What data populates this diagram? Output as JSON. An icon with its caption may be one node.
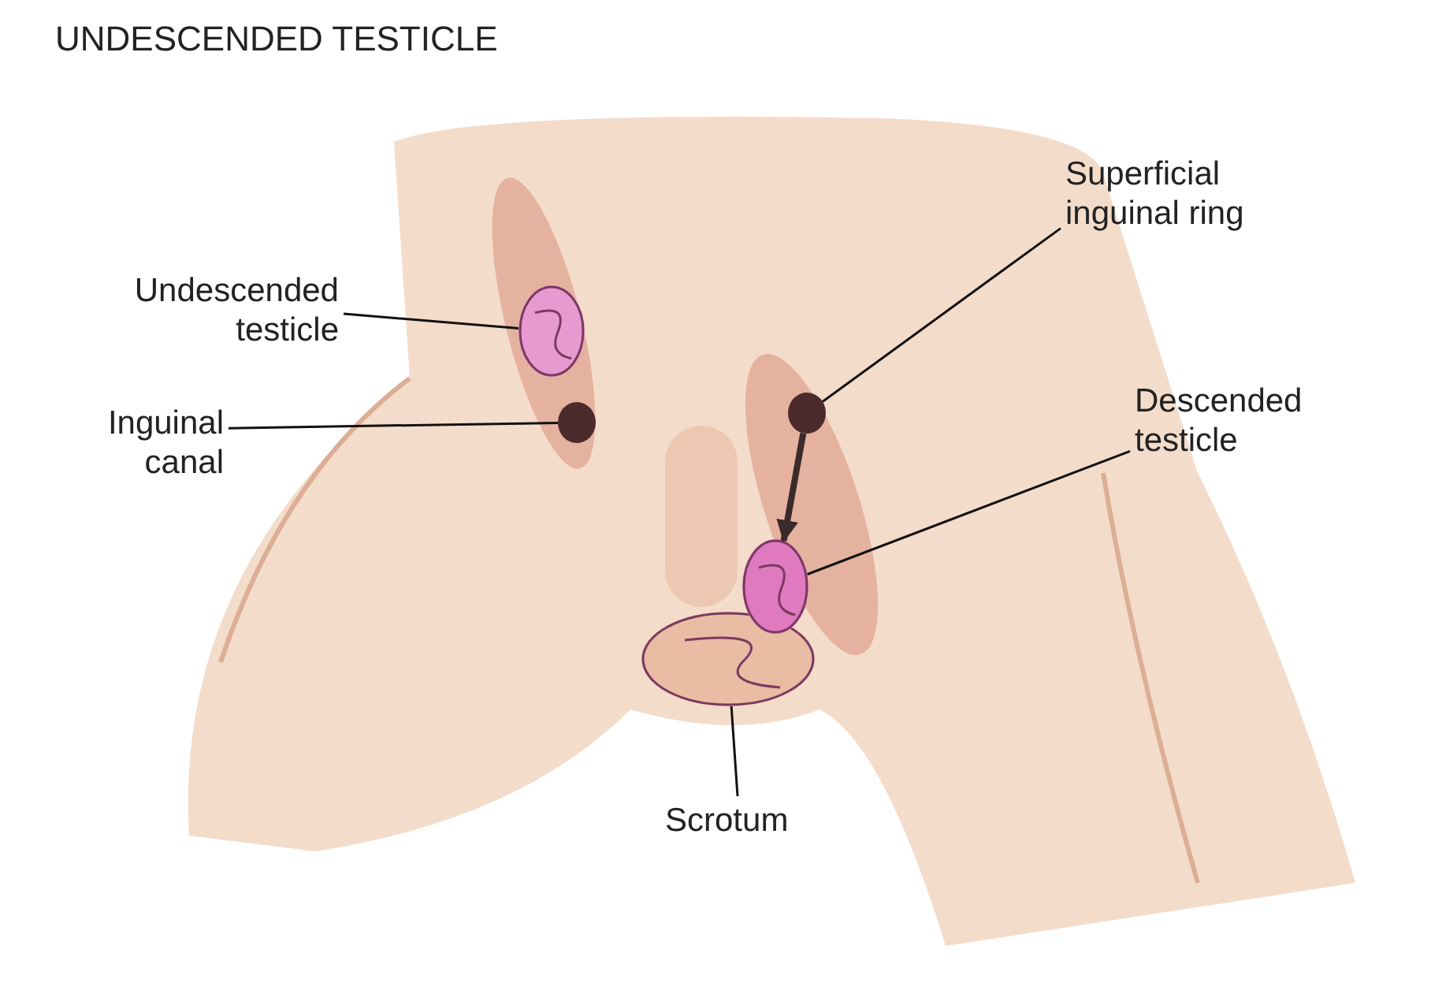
{
  "diagram": {
    "title": "UNDESCENDED TESTICLE",
    "nodes": [
      {
        "text": [
          "Undescended testicle"
        ]
      },
      {
        "text": [],
        "shape": "picture"
      },
      {
        "text": [
          "Inguinal canal"
        ]
      },
      {
        "text": [],
        "shape": "circle"
      },
      {
        "text": [
          "Superficial inguinal ring"
        ]
      },
      {
        "text": [],
        "shape": "circle"
      },
      {
        "text": [
          "Descended testicle"
        ]
      },
      {
        "text": [],
        "shape": "picture"
      },
      {
        "text": [
          "Scrotum"
        ]
      },
      {
        "text": [],
        "shape": "picture"
      }
    ],
    "edges": [
      {
        "from": 0,
        "to": 1,
        "arrow": "none"
      },
      {
        "from": 2,
        "to": 3,
        "arrow": "none"
      },
      {
        "from": 4,
        "to": 5,
        "arrow": "none"
      },
      {
        "from": 6,
        "to": 7,
        "arrow": "none"
      },
      {
        "from": 8,
        "to": 9,
        "arrow": "none"
      },
      {
        "from": 5,
        "to": 7,
        "arrow": "to",
        "style": "thick",
        "color": "#3a2a2a"
      }
    ]
  }
}
